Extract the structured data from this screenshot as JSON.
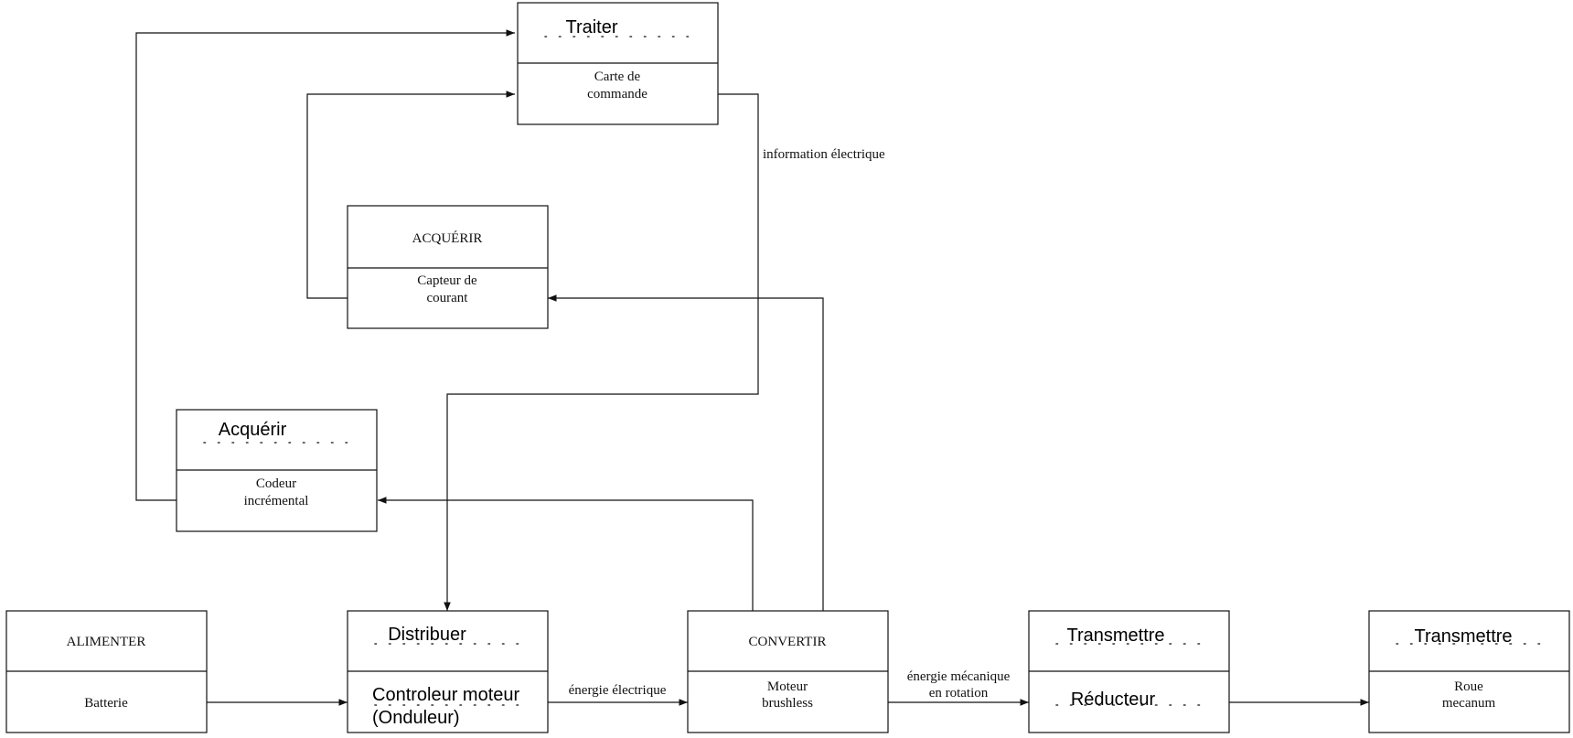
{
  "blocks": {
    "traiter": {
      "function": "Traiter",
      "component": [
        "Carte de",
        "commande"
      ]
    },
    "acquerir_courant": {
      "function": "ACQUÉRIR",
      "component": [
        "Capteur de",
        "courant"
      ]
    },
    "acquerir_codeur": {
      "function": "Acquérir",
      "component": [
        "Codeur",
        "incrémental"
      ]
    },
    "alimenter": {
      "function": "ALIMENTER",
      "component": [
        "Batterie"
      ]
    },
    "distribuer": {
      "function": "Distribuer",
      "component": [
        "Controleur moteur",
        "(Onduleur)"
      ]
    },
    "convertir": {
      "function": "CONVERTIR",
      "component": [
        "Moteur",
        "brushless"
      ]
    },
    "transmettre1": {
      "function": "Transmettre",
      "component": [
        "Réducteur"
      ]
    },
    "transmettre2": {
      "function": "Transmettre",
      "component": [
        "Roue",
        "mecanum"
      ]
    }
  },
  "flows": {
    "info_electrique": "information électrique",
    "energie_electrique": "énergie électrique",
    "energie_mecanique": [
      "énergie mécanique",
      "en rotation"
    ]
  }
}
